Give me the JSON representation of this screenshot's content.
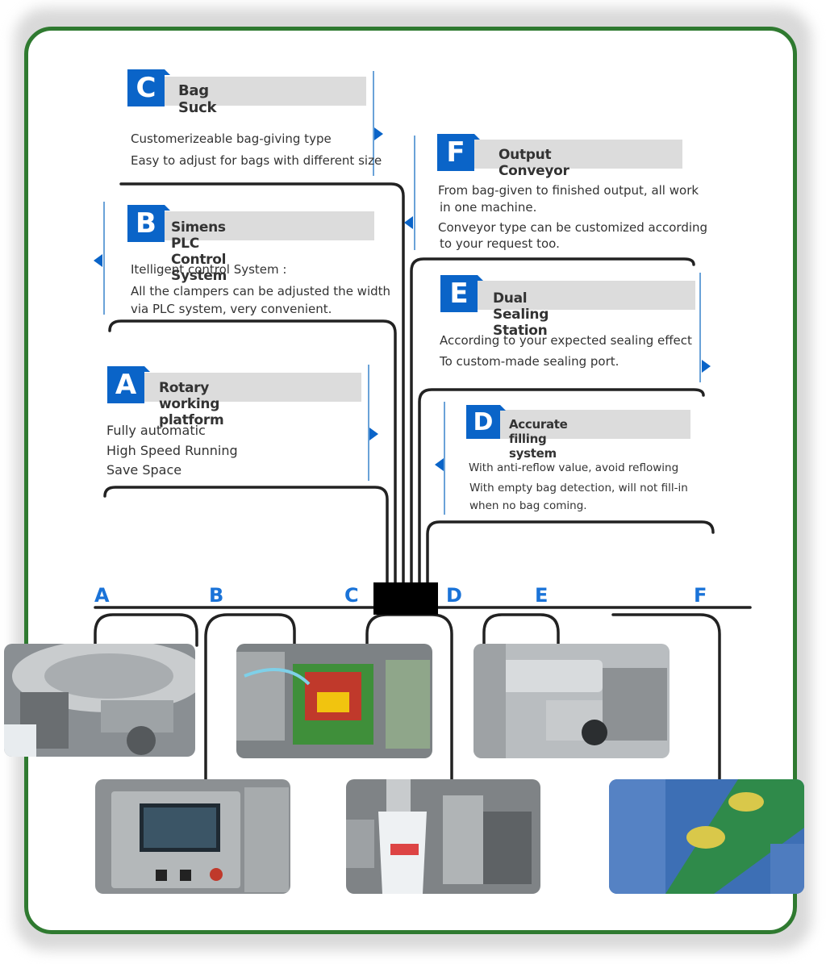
{
  "cards": {
    "c": {
      "badge": "C",
      "title": "Bag Suck",
      "lines": [
        "Customerizeable bag-giving type",
        "Easy to adjust for bags with different size"
      ]
    },
    "f": {
      "badge": "F",
      "title": "Output Conveyor",
      "lines": [
        "From bag-given to finished output, all work",
        "in one machine.",
        "Conveyor type can be customized according",
        "to your request too."
      ]
    },
    "b": {
      "badge": "B",
      "title": "Simens PLC Control System",
      "lines": [
        "Itelligent control System :",
        "All the clampers can be adjusted the width",
        "via PLC system, very convenient."
      ]
    },
    "e": {
      "badge": "E",
      "title": "Dual Sealing Station",
      "lines": [
        "According to your expected sealing effect",
        "To custom-made sealing port."
      ]
    },
    "a": {
      "badge": "A",
      "title": "Rotary working platform",
      "lines": [
        "Fully automatic",
        "High Speed Running",
        "Save Space"
      ]
    },
    "d": {
      "badge": "D",
      "title": "Accurate filling system",
      "lines": [
        "With anti-reflow value, avoid reflowing",
        "With empty bag detection, will not fill-in",
        "when no bag coming."
      ]
    }
  },
  "bottom_letters": [
    "A",
    "B",
    "C",
    "D",
    "E",
    "F"
  ],
  "colors": {
    "accent": "#0a64c8",
    "frame": "#2f7a30",
    "header_bg": "#dcdcdc",
    "letters": "#1a73d8"
  }
}
